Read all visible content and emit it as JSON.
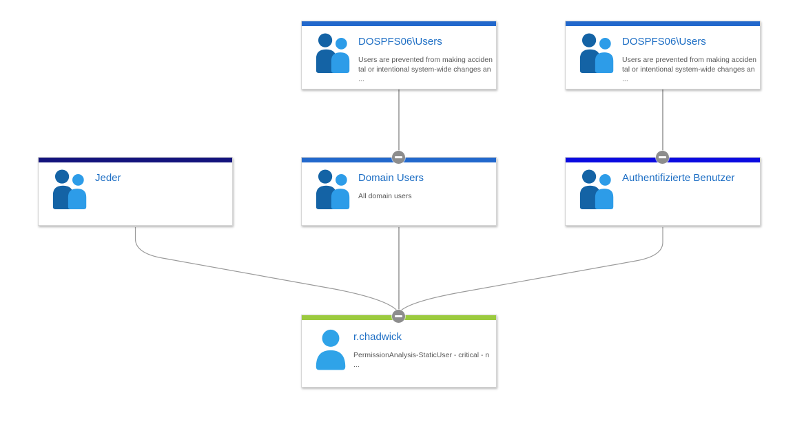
{
  "colors": {
    "accent_blue": "#2268cc",
    "accent_navy": "#13137c",
    "accent_bright_blue": "#0a0ae0",
    "accent_green": "#9bca3e",
    "title_blue": "#1d6ec4",
    "desc_gray": "#595959",
    "connector_gray": "#9a9a9a",
    "badge_gray": "#8d8d8d",
    "icon_dark_blue": "#1463a5",
    "icon_light_blue": "#2d9ce8",
    "user_icon_blue": "#2fa3e8"
  },
  "icons": {
    "group": "group-users-icon",
    "user": "single-user-icon",
    "badge": "minus-icon"
  },
  "nodes": {
    "top_group_left": {
      "title": "DOSPFS06\\Users",
      "desc_lines": [
        "Users are prevented from making acciden",
        "tal or intentional system-wide changes an",
        "..."
      ]
    },
    "top_group_right": {
      "title": "DOSPFS06\\Users",
      "desc_lines": [
        "Users are prevented from making acciden",
        "tal or intentional system-wide changes an",
        "..."
      ]
    },
    "jeder": {
      "title": "Jeder",
      "desc_lines": []
    },
    "domain_users": {
      "title": "Domain Users",
      "desc_lines": [
        "All domain users"
      ]
    },
    "auth_users": {
      "title": "Authentifizierte Benutzer",
      "desc_lines": []
    },
    "r_chadwick": {
      "title": "r.chadwick",
      "desc_lines": [
        "PermissionAnalysis-StaticUser - critical - n",
        "..."
      ]
    }
  }
}
